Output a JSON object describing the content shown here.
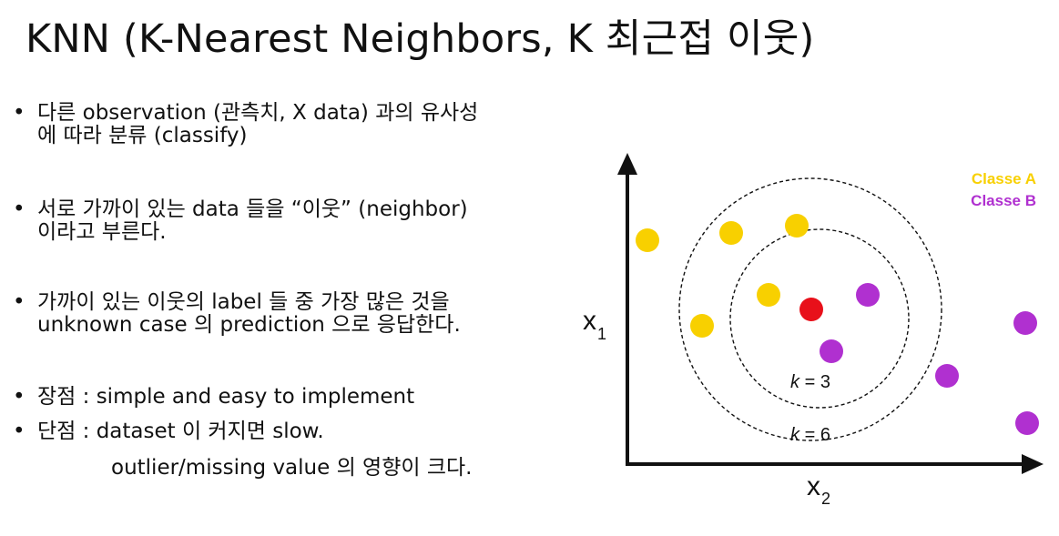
{
  "slide": {
    "title": "KNN (K-Nearest Neighbors, K 최근접 이웃)"
  },
  "bullets": {
    "marker": "•",
    "b1_line1": "다른 observation (관측치, X data) 과의 유사성",
    "b1_line2": "에 따라 분류 (classify)",
    "b2_line1": "서로 가까이 있는 data 들을 “이웃” (neighbor)",
    "b2_line2": "이라고 부른다.",
    "b3_line1": "가까이 있는 이웃의 label 들 중 가장 많은 것을",
    "b3_line2": "unknown case 의 prediction 으로 응답한다.",
    "b4": "장점 : simple and easy to implement",
    "b5": "단점 : dataset 이 커지면 slow.",
    "b5_cont": "outlier/missing value 의 영향이 크다."
  },
  "diagram": {
    "legend_a": "Classe A",
    "legend_b": "Classe B",
    "axis_y_main": "x",
    "axis_y_sub": "1",
    "axis_x_main": "x",
    "axis_x_sub": "2",
    "k3_italic": "k",
    "k3_rest": " = 3",
    "k6_italic": "k",
    "k6_rest": " = 6",
    "colors": {
      "class_a": "#f8d000",
      "class_b": "#b030d0",
      "query": "#e8101a",
      "axis": "#111111"
    }
  }
}
